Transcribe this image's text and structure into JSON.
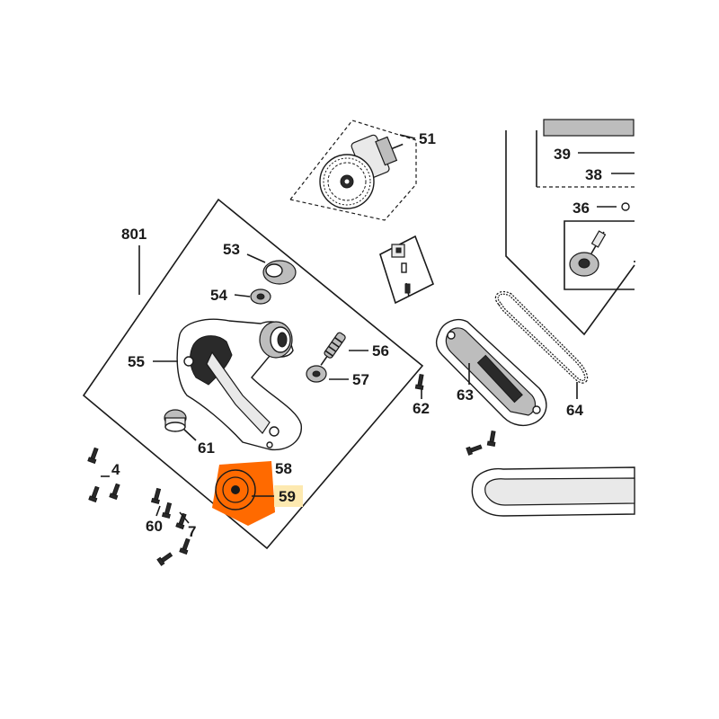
{
  "diagram": {
    "labels": {
      "p801": "801",
      "p51": "51",
      "p53": "53",
      "p54": "54",
      "p55": "55",
      "p56": "56",
      "p57": "57",
      "p58": "58",
      "p59": "59",
      "p60": "60",
      "p61": "61",
      "p62": "62",
      "p63": "63",
      "p64": "64",
      "p4": "4",
      "p7": "7",
      "p36": "36",
      "p38": "38",
      "p39": "39"
    },
    "highlight": {
      "part": "59",
      "color": "#ff6a00",
      "label_bg": "#fde9b0"
    }
  }
}
